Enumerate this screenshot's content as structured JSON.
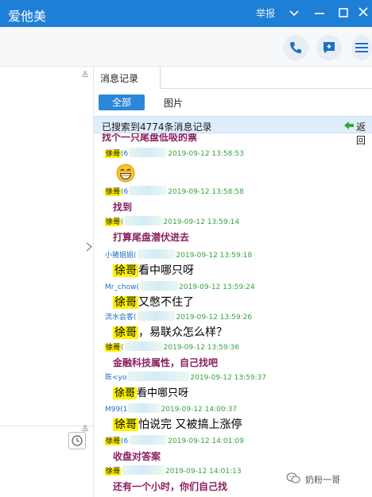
{
  "window": {
    "title": "爱他美",
    "report_label": "举报"
  },
  "left_pane": {
    "collapse_glyph": "≚"
  },
  "tabs": [
    {
      "label": "消息记录"
    }
  ],
  "filters": {
    "all_label": "全部",
    "image_label": "图片"
  },
  "search_result": {
    "text": "已搜索到4774条消息记录",
    "back_label": "返回"
  },
  "messages": [
    {
      "sender_prefix": "",
      "sender_suffix": "",
      "time": "",
      "text": "找个一只尾盘低吸的票",
      "style": "purple"
    },
    {
      "sender_prefix": "徐哥",
      "sender_suffix": "(6",
      "time": "2019-09-12 13:58:53",
      "text": "",
      "style": "emoji"
    },
    {
      "sender_prefix": "徐哥",
      "sender_suffix": "(6",
      "time": "2019-09-12 13:58:58",
      "text": "找到",
      "style": "purple"
    },
    {
      "sender_prefix": "徐哥",
      "sender_suffix": "(",
      "time": "2019-09-12 13:59:14",
      "text": "打算尾盘潜伏进去",
      "style": "purple"
    },
    {
      "sender_prefix": "",
      "sender_suffix": "小猪姐姐(",
      "time": "2019-09-12 13:59:18",
      "text_hl": "徐哥",
      "text": "看中哪只呀",
      "style": "black"
    },
    {
      "sender_prefix": "",
      "sender_suffix": "Mr_chow(",
      "time": "2019-09-12 13:59:24",
      "text_hl": "徐哥",
      "text": "又憋不住了",
      "style": "black"
    },
    {
      "sender_prefix": "",
      "sender_suffix": "流水会客(",
      "time": "2019-09-12 13:59:26",
      "text_hl": "徐哥",
      "text": "，易联众怎么样？",
      "style": "black"
    },
    {
      "sender_prefix": "徐哥",
      "sender_suffix": "(",
      "time": "2019-09-12 13:59:36",
      "text": "金融科技属性，自己找吧",
      "style": "purple"
    },
    {
      "sender_prefix": "",
      "sender_suffix": "陈<yo",
      "time": "2019-09-12 13:59:37",
      "text_hl": "徐哥",
      "text": "看中哪只呀",
      "style": "black"
    },
    {
      "sender_prefix": "",
      "sender_suffix": "M99(1",
      "time": "2019-09-12 14:00:37",
      "text_hl": "徐哥",
      "text": "怕说完 又被搞上涨停",
      "style": "black"
    },
    {
      "sender_prefix": "徐哥",
      "sender_suffix": "(6",
      "time": "2019-09-12 14:01:09",
      "text": "收盘对答案",
      "style": "purple"
    },
    {
      "sender_prefix": "徐哥",
      "sender_suffix": "",
      "time": "2019-09-12 14:01:13",
      "text": "还有一个小时，你们自己找",
      "style": "purple"
    }
  ],
  "watermark": {
    "text": "奶粉一哥"
  },
  "colors": {
    "titlebar": "#1e7fd6",
    "accent": "#2b87d9",
    "purple_text": "#8b1f5f",
    "time_green": "#37a23b",
    "highlight": "#fff200"
  },
  "icons": [
    "minimize-icon",
    "maximize-icon",
    "close-icon",
    "chevron-down-icon",
    "phone-icon",
    "compose-icon",
    "more-icon",
    "clock-icon",
    "back-arrow-icon",
    "laugh-emoji-icon",
    "wechat-icon"
  ]
}
